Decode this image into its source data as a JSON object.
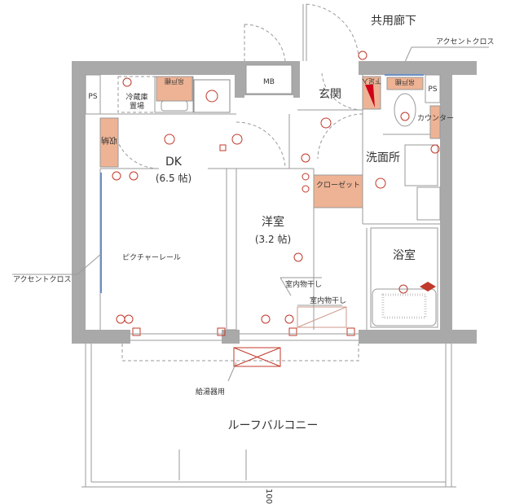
{
  "plan": {
    "corridor": "共用廊下",
    "accent_cloth_top": "アクセントクロス",
    "accent_cloth_left": "アクセントクロス",
    "ps_left": "PS",
    "ps_right": "PS",
    "mb": "MB",
    "fridge_space_1": "冷蔵庫",
    "fridge_space_2": "置場",
    "hanging_cabinet_kitchen": "吊戸棚",
    "hanging_cabinet_toilet": "吊戸棚",
    "storage": "収納",
    "shoe_box": "下足入",
    "entrance": "玄関",
    "counter": "カウンター",
    "dk": "DK",
    "dk_size": "(6.5 帖)",
    "washroom": "洗面所",
    "closet": "クローゼット",
    "western_room": "洋室",
    "western_room_size": "(3.2 帖)",
    "bathroom": "浴室",
    "picture_rail": "ピクチャーレール",
    "indoor_drying_1": "室内物干し",
    "indoor_drying_2": "室内物干し",
    "water_heater": "給湯器用",
    "roof_balcony": "ルーフバルコニー",
    "dimension": "100"
  },
  "colors": {
    "wall": "#a9a9a9",
    "accent": "#eeb394",
    "electrical": "#c0392b"
  }
}
